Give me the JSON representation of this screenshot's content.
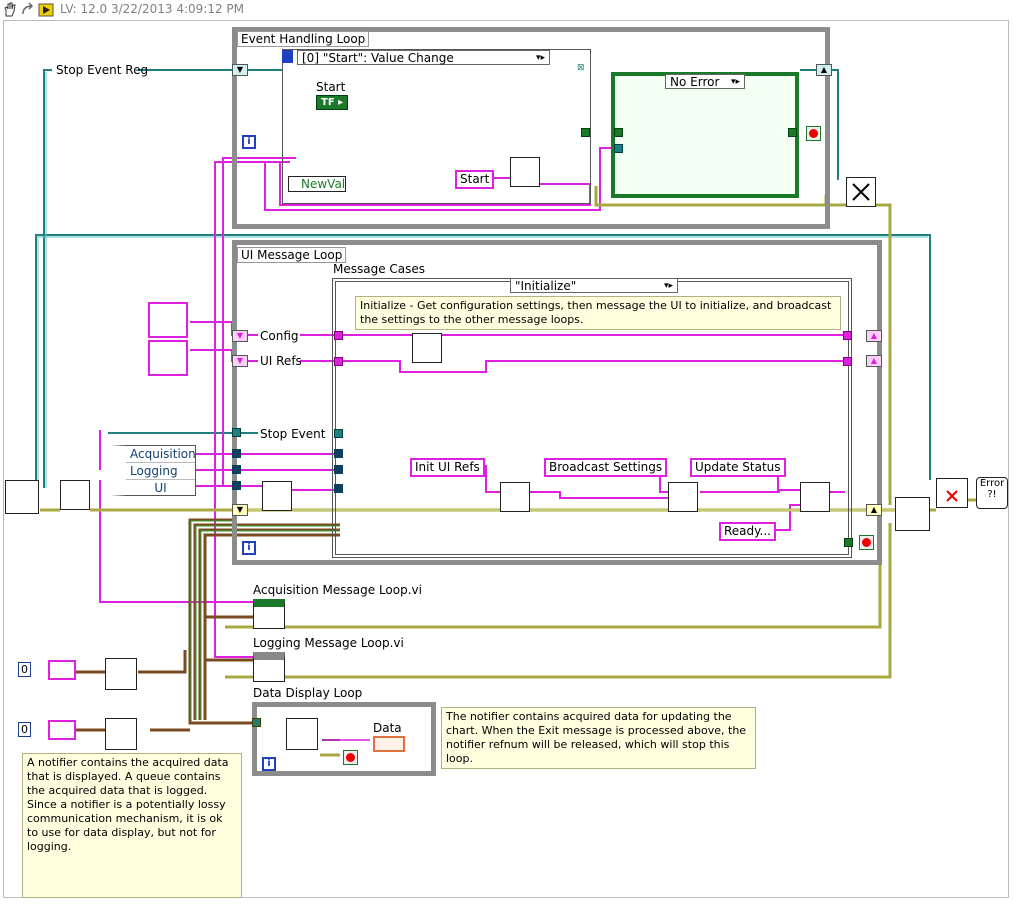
{
  "toolbar": {
    "title": "LV: 12.0 3/22/2013 4:09:12 PM",
    "icons": [
      "hand-icon",
      "arrows-icon",
      "run-icon"
    ]
  },
  "colors": {
    "pink_wire": "#e020e0",
    "teal_wire": "#208080",
    "green_wire": "#1a7a2a",
    "olive_wire": "#a8a840",
    "loop_border": "#8c8c8c",
    "comment_bg": "#ffffe0"
  },
  "event_loop": {
    "label": "Event Handling Loop",
    "event_selector": "[0] \"Start\": Value Change",
    "start_label": "Start",
    "tf_const": "TF",
    "newval_label": "NewVal",
    "start_msg": "Start",
    "error_case": "No Error"
  },
  "ui_loop": {
    "label": "UI Message Loop",
    "message_cases_label": "Message Cases",
    "case_selector": "\"Initialize\"",
    "case_comment": "Initialize - Get configuration settings, then message the UI to initialize, and broadcast the settings to the other message loops.",
    "config_label": "Config",
    "uirefs_label": "UI Refs",
    "stop_event_label": "Stop Event",
    "msg_init_ui_refs": "Init UI Refs",
    "msg_broadcast": "Broadcast Settings",
    "msg_update_status": "Update Status",
    "msg_ready": "Ready..."
  },
  "left": {
    "stop_event_reg": "Stop Event Reg",
    "cluster_items": [
      "Acquisition",
      "Logging",
      "UI"
    ]
  },
  "subvis": {
    "acq_vi": "Acquisition Message Loop.vi",
    "log_vi": "Logging Message Loop.vi"
  },
  "data_loop": {
    "label": "Data Display Loop",
    "data_label": "Data",
    "comment": "The notifier contains acquired data for updating the chart.  When the Exit message is processed above, the notifier refnum will be released, which will stop this loop."
  },
  "constants": {
    "zero1": "0",
    "zero2": "0"
  },
  "bottom_comment": "A notifier contains the acquired data that is displayed. A queue contains the acquired data that is logged.  Since a notifier is a potentially lossy communication mechanism, it is ok to use for data display, but not for logging.",
  "error_node_label": "Error ?!"
}
